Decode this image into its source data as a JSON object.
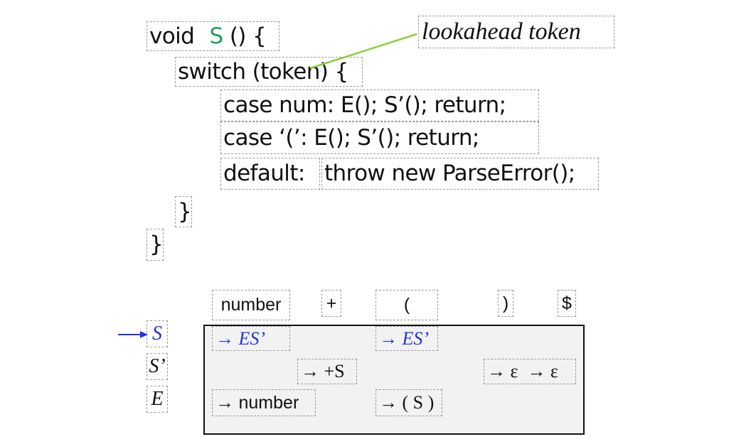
{
  "code": {
    "line1_pre": "void",
    "line1_name": "S",
    "line1_post": "() {",
    "line2": "switch (token) {",
    "line3": "case num: E(); S’(); return;",
    "line4": "case ‘(’: E(); S’(); return;",
    "line5_a": "default:",
    "line5_b": "throw new ParseError();",
    "line6": "}",
    "line7": "}"
  },
  "annotation": {
    "label": "lookahead token",
    "line_color": "#8ccf3a"
  },
  "parse_table": {
    "columns": [
      "number",
      "+",
      "(",
      ")",
      "$"
    ],
    "rows": [
      "S",
      "S’",
      "E"
    ],
    "cells": {
      "s_number": "→ ES’",
      "s_lparen": "→ ES’",
      "sp_plus": "→ +S",
      "sp_rparen_eof": "→ ε  → ε",
      "e_number_arrow": "→ ",
      "e_number_word": "number",
      "e_lparen": "→ ( S )"
    },
    "current_row_arrow_color": "#2233dd"
  },
  "colors": {
    "function_name": "#22a05a",
    "highlight_blue": "#2233dd",
    "table_background": "#f2f2f2"
  }
}
